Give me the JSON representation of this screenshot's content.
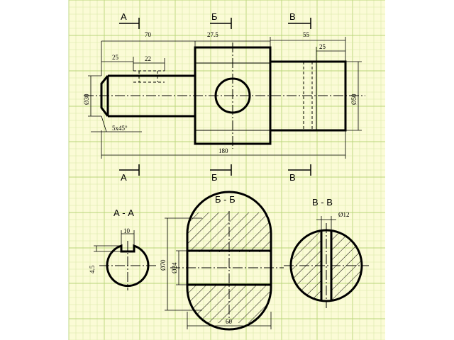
{
  "colors": {
    "paper": "#fbfbd6",
    "grid_minor": "#d9e8a6",
    "grid_major": "#b9d47a",
    "ink": "#000000"
  },
  "section_marks": {
    "a": "А",
    "b": "Б",
    "v": "В"
  },
  "dimensions": {
    "len_70": "70",
    "len_27_5": "27.5",
    "len_55": "55",
    "len_25_left": "25",
    "len_22": "22",
    "len_25_right": "25",
    "dia_30": "Ø30",
    "dia_50": "Ø50",
    "chamfer": "5x45°",
    "len_180": "180",
    "keyway_10": "10",
    "depth_4_5": "4.5",
    "dia_70": "Ø70",
    "dia_24": "Ø24",
    "width_60": "60",
    "dia_12": "Ø12"
  },
  "section_titles": {
    "aa": "А - А",
    "bb": "Б - Б",
    "vv": "В - В"
  }
}
